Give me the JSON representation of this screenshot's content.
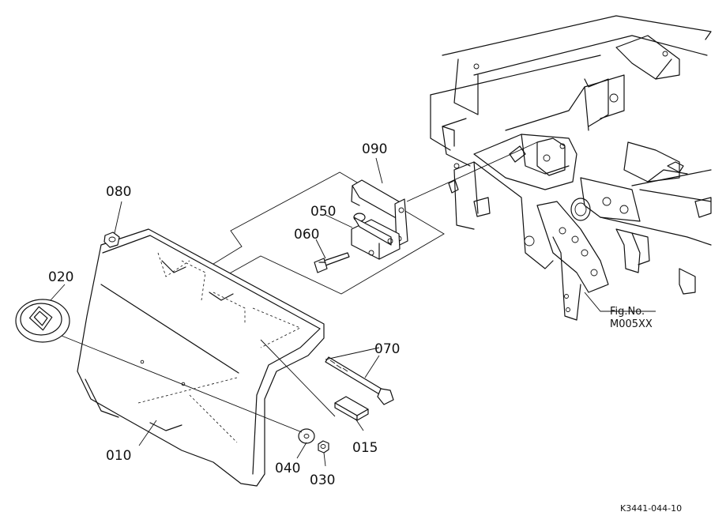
{
  "parts": {
    "p010": "010",
    "p015": "015",
    "p020": "020",
    "p030": "030",
    "p040": "040",
    "p050": "050",
    "p060": "060",
    "p070": "070",
    "p080": "080",
    "p090": "090"
  },
  "figure_ref": {
    "line1": "Fig.No.",
    "line2": "M005XX"
  },
  "drawing_code": "K3441-044-10"
}
